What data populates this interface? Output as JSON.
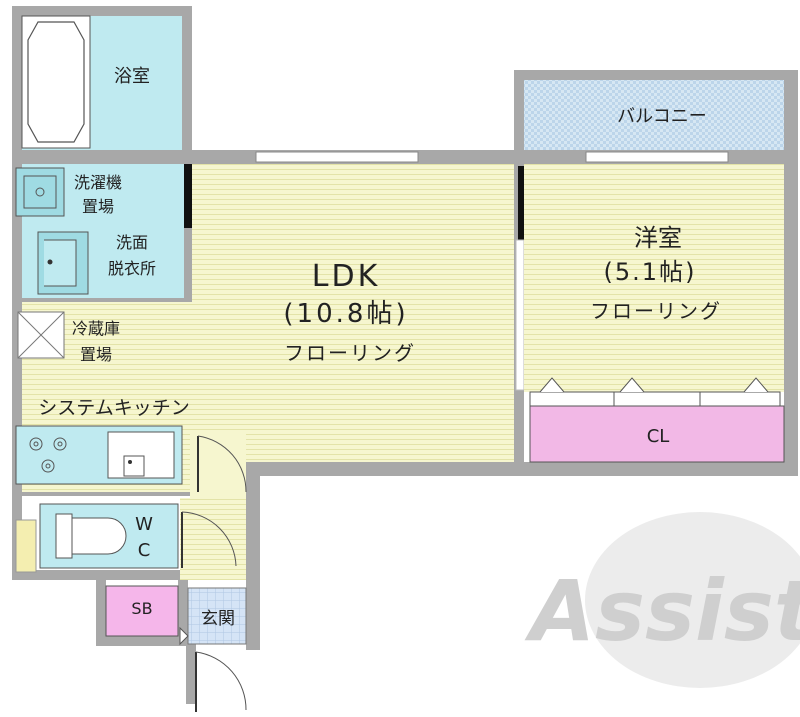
{
  "rooms": {
    "bath": "浴室",
    "washer_line1": "洗濯機",
    "washer_line2": "置場",
    "washroom_line1": "洗面",
    "washroom_line2": "脱衣所",
    "ldk_name": "LDK",
    "ldk_size": "(10.8帖)",
    "ldk_floor": "フローリング",
    "fridge_line1": "冷蔵庫",
    "fridge_line2": "置場",
    "kitchen": "システムキッチン",
    "balcony": "バルコニー",
    "western_name": "洋室",
    "western_size": "(5.1帖)",
    "western_floor": "フローリング",
    "closet": "CL",
    "wc_line1": "W",
    "wc_line2": "C",
    "shoebox": "SB",
    "entrance": "玄関"
  },
  "watermark": {
    "text": "Assist"
  },
  "colors": {
    "wall": "#a8a8a8",
    "bath": "#bfeaf0",
    "ldk": "#f6f6cf",
    "balcony": "#cfe4f2",
    "closet": "#f2b8e6",
    "shoebox": "#f5b6ea",
    "entrance": "#cfe0f5"
  }
}
